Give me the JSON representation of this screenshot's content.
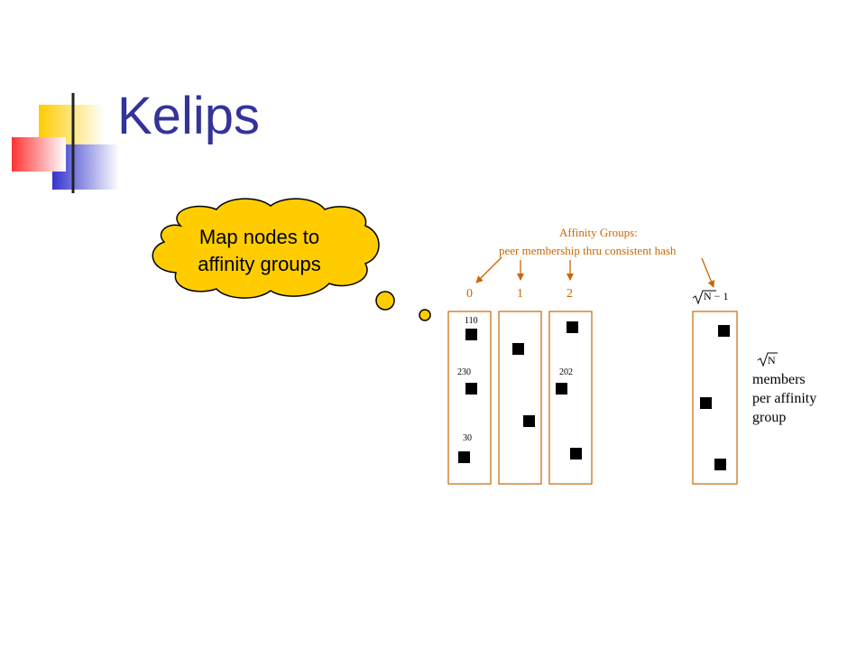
{
  "slide": {
    "title": "Kelips",
    "callout": {
      "lines": [
        "Map nodes to",
        "affinity groups"
      ]
    },
    "affinity_label": {
      "line1": "Affinity Groups:",
      "line2": "peer membership thru consistent hash"
    },
    "group_indices": [
      "0",
      "1",
      "2"
    ],
    "last_group_index": {
      "radical": "N",
      "suffix": "− 1"
    },
    "node_labels": [
      "110",
      "230",
      "202",
      "30"
    ],
    "side_note": {
      "radical": "N",
      "lines": [
        "members",
        "per affinity",
        "group"
      ]
    },
    "colors": {
      "title": "#333399",
      "accent": "#cc6600",
      "callout_fill": "#ffcc00",
      "logo_yellow": "#ffcc00",
      "logo_blue": "#3333cc",
      "logo_red": "#ff3333"
    }
  }
}
